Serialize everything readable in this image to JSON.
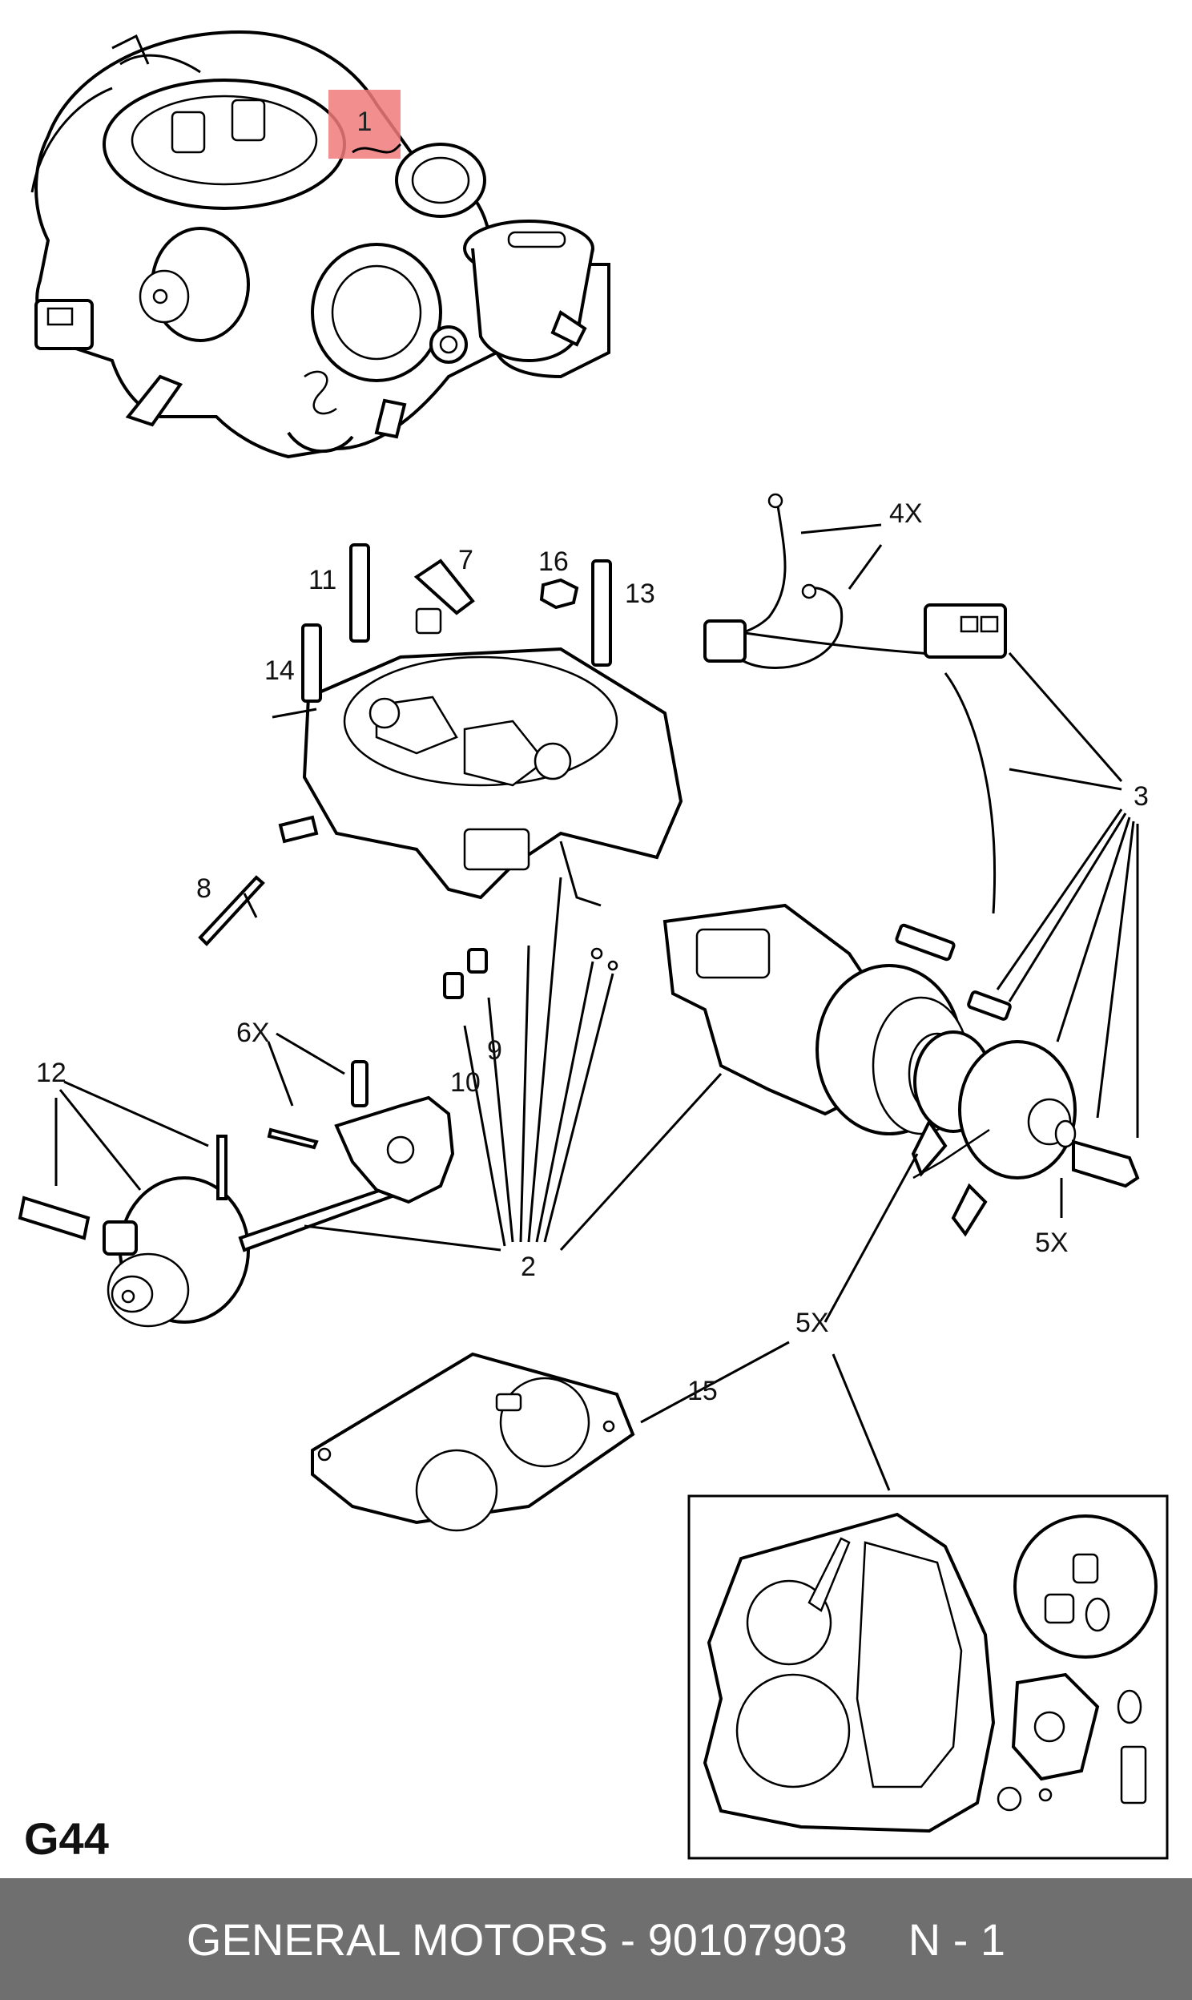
{
  "highlight": {
    "label": "1",
    "color": "#f07a7a"
  },
  "callouts": {
    "c4x": "4X",
    "c3": "3",
    "c7": "7",
    "c16": "16",
    "c11": "11",
    "c13": "13",
    "c14": "14",
    "c8": "8",
    "c6x": "6X",
    "c12": "12",
    "c9": "9",
    "c10": "10",
    "c2": "2",
    "c5x_a": "5X",
    "c5x_b": "5X",
    "c15": "15"
  },
  "section_code": "G44",
  "footer": {
    "brand_part": "GENERAL MOTORS - 90107903",
    "page": "N - 1",
    "background": "#6f6f6f"
  }
}
